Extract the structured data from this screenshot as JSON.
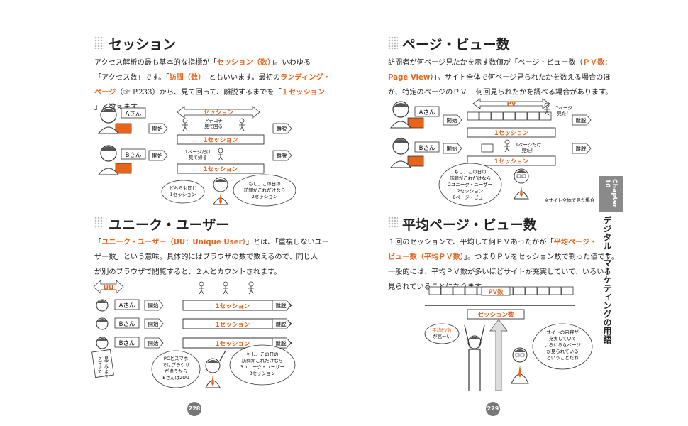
{
  "left": {
    "session": {
      "heading": "セッション",
      "lines": [
        [
          {
            "t": "アクセス解析の最も基本的な指標が「"
          },
          {
            "t": "セッション（数）",
            "h": true
          },
          {
            "t": "」。いわゆる"
          }
        ],
        [
          {
            "t": "「アクセス数」です。「"
          },
          {
            "t": "訪問（数）",
            "h": true
          },
          {
            "t": "」ともいいます。最初の"
          },
          {
            "t": "ランディング・",
            "h": true
          }
        ],
        [
          {
            "t": "ページ",
            "h": true
          },
          {
            "t": "（☞ P.233）から、見て回って、離脱するまでを「"
          },
          {
            "t": "１セッション",
            "h": true
          }
        ],
        [
          {
            "t": "」と数えます。"
          }
        ]
      ],
      "diagram": {
        "user_a": "Aさん",
        "user_b": "Bさん",
        "start": "開始",
        "leave": "離脱",
        "session_label": "セッション",
        "bar": "1セッション",
        "a_note": [
          "アチコチ",
          "見て回る"
        ],
        "b_note": [
          "1ページだけ",
          "見て帰る"
        ],
        "bubble_left": [
          "どちらも同じ",
          "1セッション"
        ],
        "bubble_right": [
          "もし、この日の",
          "訪問がこれだけなら",
          "2セッション"
        ]
      }
    },
    "unique": {
      "heading": "ユニーク・ユーザー",
      "lines": [
        [
          {
            "t": "「"
          },
          {
            "t": "ユニーク・ユーザー（UU：Unique User）",
            "h": true
          },
          {
            "t": "」とは、「重複しないユー"
          }
        ],
        [
          {
            "t": "ザー数」という意味。具体的にはブラウザの数で数えるので、同じ人"
          }
        ],
        [
          {
            "t": "が別のブラウザで閲覧すると、２人とカウントされます。"
          }
        ]
      ],
      "diagram": {
        "uu": "UU",
        "user_a": "Aさん",
        "user_b": "Bさん",
        "start": "開始",
        "leave": "離脱",
        "bar": "1セッション",
        "phone_note": [
          "スマホで",
          "見てみよう"
        ],
        "bubble_left": [
          "PCとスマホ",
          "ではブラウザ",
          "が違うから",
          "Bさんは2UU"
        ],
        "bubble_right": [
          "もし、この日の",
          "訪問がこれだけなら",
          "3ユニーク・ユーザー",
          "3セッション"
        ]
      }
    },
    "page_number": "228"
  },
  "right": {
    "pageview": {
      "heading": "ページ・ビュー数",
      "lines": [
        [
          {
            "t": "訪問者が何ページ見たかを示す数値が「ページ・ビュー数（"
          },
          {
            "t": "ＰＶ数：",
            "h": true
          }
        ],
        [
          {
            "t": "Page View",
            "h": true
          },
          {
            "t": "）」。サイト全体で何ページ見られたかを数える場合のほ"
          }
        ],
        [
          {
            "t": "か、特定のページのＰＶ──何回見られたかを調べる場合があります。"
          }
        ]
      ],
      "diagram": {
        "user_a": "Aさん",
        "user_b": "Bさん",
        "start": "開始",
        "leave": "離脱",
        "pv": "PV",
        "bar": "1セッション",
        "a_note": [
          "7ページ",
          "見た！"
        ],
        "b_note": [
          "1ページだけ",
          "見た！"
        ],
        "bubble": [
          "もし、この日の",
          "訪問がこれだけなら",
          "2ユニーク・ユーザー",
          "2セッション",
          "8ページ・ビュー"
        ],
        "footnote": "※サイト全体で見た場合"
      }
    },
    "avg": {
      "heading": "平均ページ・ビュー数",
      "lines": [
        [
          {
            "t": "１回のセッションで、平均して何ＰＶあったかが「"
          },
          {
            "t": "平均ページ・",
            "h": true
          }
        ],
        [
          {
            "t": "ビュー数（平均ＰＶ数）",
            "h": true
          },
          {
            "t": "」。つまりＰＶをセッション数で割った値です。"
          }
        ],
        [
          {
            "t": "一般的には、平均ＰＶ数が多いほどサイトが充実していて、いろいろ"
          }
        ],
        [
          {
            "t": "見られていることになります。"
          }
        ]
      ],
      "diagram": {
        "pv_count": "PV数",
        "session_count": "セッション数",
        "left_label": [
          "平均PV数",
          "が高～い"
        ],
        "bubble": [
          "サイトの内容が",
          "充実していて",
          "いろいろなページ",
          "が見られている",
          "ということだね"
        ]
      }
    },
    "page_number": "229"
  },
  "side_tab": {
    "chapter": "Chapter 10",
    "title": "デジタル・マーケティングの用語"
  },
  "colors": {
    "accent": "#e8641b",
    "gray": "#777777"
  }
}
